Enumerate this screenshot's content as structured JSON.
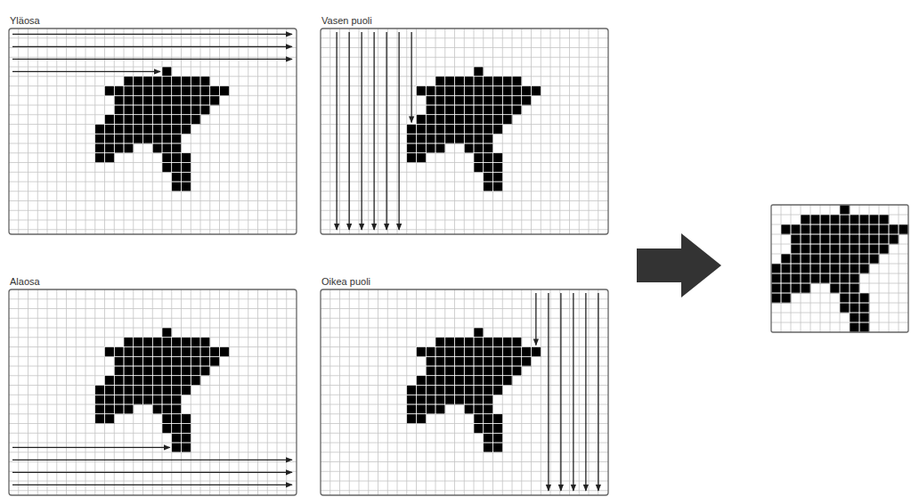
{
  "diagram": {
    "nodes": [
      {
        "text": [
          "Yläosa"
        ]
      },
      {
        "text": [
          "Vasen puoli"
        ]
      },
      {
        "text": [
          "Alaosa"
        ]
      },
      {
        "text": [
          "Oikea puoli"
        ]
      }
    ]
  }
}
